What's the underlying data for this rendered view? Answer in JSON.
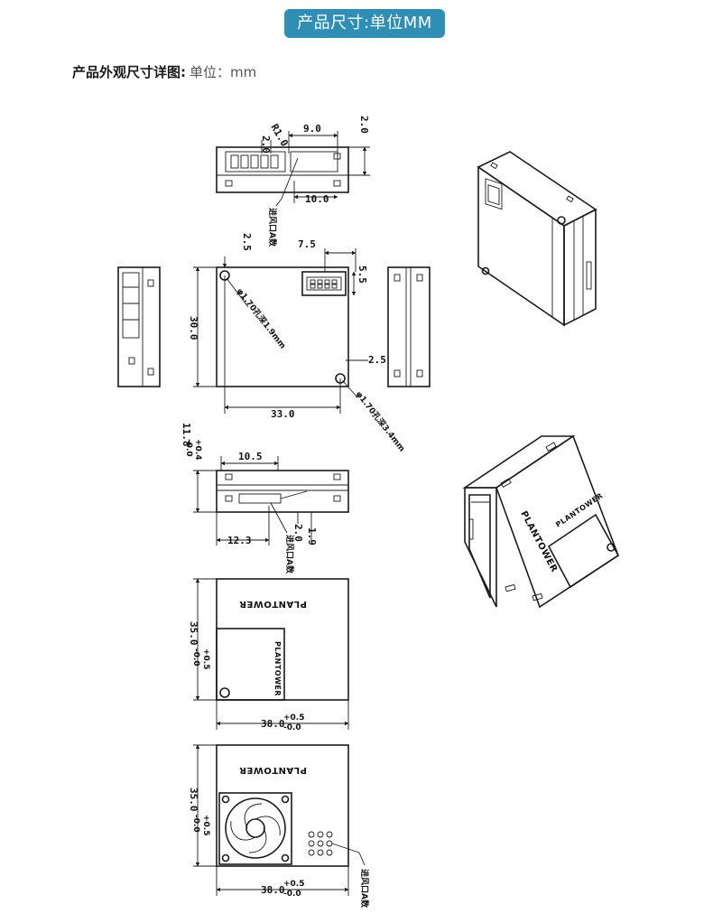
{
  "banner": {
    "title": "产品尺寸:单位MM"
  },
  "heading": {
    "label": "产品外观尺寸详图:",
    "unit": "单位：mm"
  },
  "dims": {
    "top_2_0_left": "2.0",
    "top_r1": "R1.0",
    "top_9": "9.0",
    "top_2_0_right": "2.0",
    "top_10": "10.0",
    "vent_top": "进风口A数",
    "d2_5_left": "2.5",
    "d7_5": "7.5",
    "d5_5": "5.5",
    "d30": "30.0",
    "hole1": "φ1.70孔深1.9mm",
    "d2_5_right": "2.5",
    "d33": "33.0",
    "hole2": "φ1.70孔深3.4mm",
    "d11_8": "11.8",
    "tol_p04": "+0.4",
    "tol_m0": "-0.0",
    "d10_5": "10.5",
    "d12_3": "12.3",
    "d2_0_mid": "2.0",
    "d1_9": "1.9",
    "vent_mid": "进风口A数",
    "d35": "35.0",
    "tol_p05": "+0.5",
    "d38": "38.0",
    "vent_bottom": "进风口A数"
  },
  "brand": "PLANTOWER"
}
